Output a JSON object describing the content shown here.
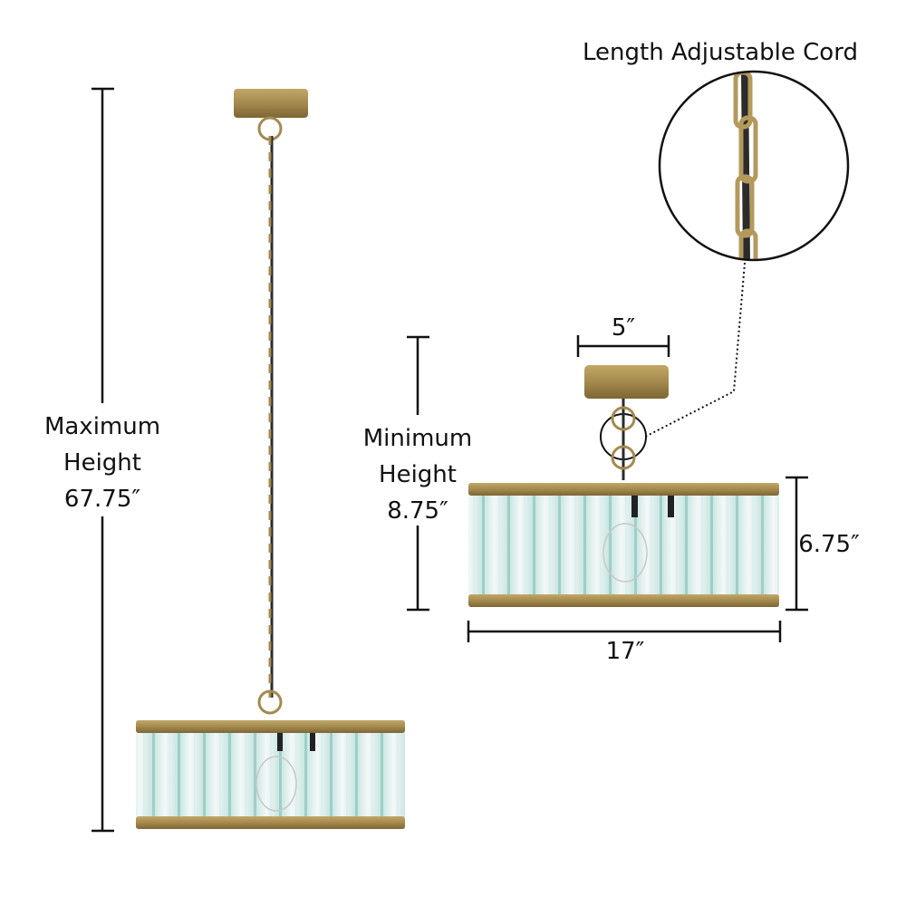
{
  "title": "Length Adjustable Cord",
  "max_height": {
    "line1": "Maximum",
    "line2": "Height",
    "value": "67.75″"
  },
  "min_height": {
    "line1": "Minimum",
    "line2": "Height",
    "value": "8.75″"
  },
  "canopy_width": "5″",
  "drum_height": "6.75″",
  "drum_width": "17″",
  "colors": {
    "brass": "#a48a4e",
    "brass_dark": "#7d6634",
    "glass": "#cfe7e4",
    "cord": "#2b2b2b",
    "line": "#111111"
  }
}
